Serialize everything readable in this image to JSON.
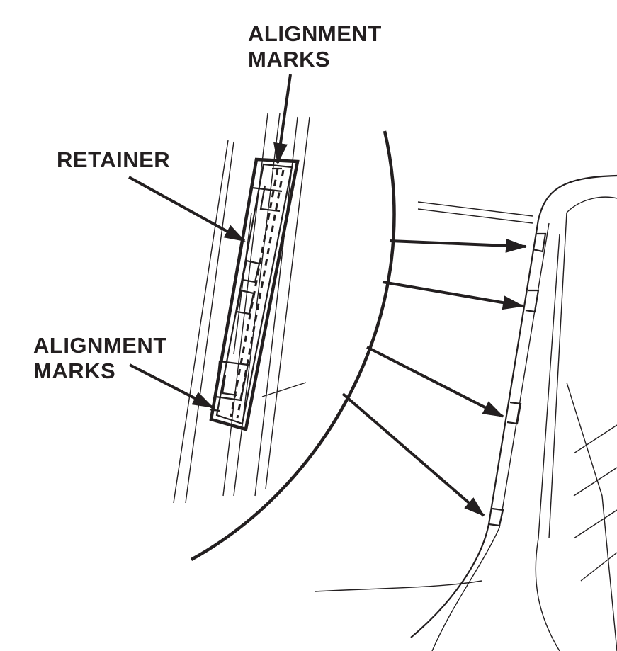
{
  "labels": {
    "alignment_marks_top_line1": "ALIGNMENT",
    "alignment_marks_top_line2": "MARKS",
    "retainer": "RETAINER",
    "alignment_marks_bottom_line1": "ALIGNMENT",
    "alignment_marks_bottom_line2": "MARKS"
  },
  "colors": {
    "ink": "#231f20",
    "background": "#ffffff"
  }
}
